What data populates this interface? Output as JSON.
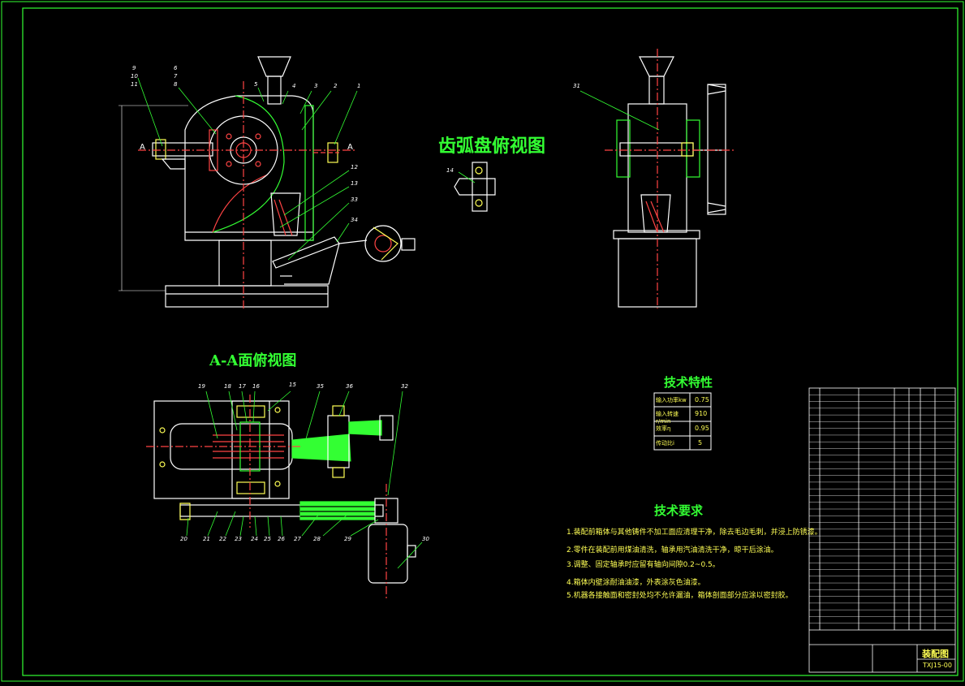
{
  "views": {
    "gear_top_view_title": "齿弧盘俯视图",
    "section_view_title": "A-A面俯视图",
    "section_mark": "A"
  },
  "characteristics": {
    "title": "技术特性",
    "rows": [
      {
        "label": "输入功率kw",
        "value": "0.75"
      },
      {
        "label": "输入转速r/min",
        "value": "910"
      },
      {
        "label": "效率η",
        "value": "0.95"
      },
      {
        "label": "传动比i",
        "value": "5"
      }
    ]
  },
  "requirements": {
    "title": "技术要求",
    "items": [
      "1.装配前箱体与其他铸件不加工面应清理干净，除去毛边毛刺，并浸上防锈漆。",
      "2.零件在装配前用煤油清洗，轴承用汽油清洗干净，晾干后涂油。",
      "3.调整、固定轴承时应留有轴向间隙0.2~0.5。",
      "4.箱体内壁涂耐油油漆，外表涂灰色油漆。",
      "5.机器各接触面和密封处均不允许漏油，箱体剖面部分应涂以密封胶。"
    ]
  },
  "title_block": {
    "drawing_name": "装配图",
    "drawing_code": "TXJ15-00"
  },
  "part_labels": {
    "front": [
      "9",
      "10",
      "11",
      "6",
      "7",
      "8",
      "5",
      "4",
      "3",
      "2",
      "1",
      "12",
      "13",
      "33",
      "34"
    ],
    "side": [
      "31"
    ],
    "gear": [
      "14"
    ],
    "section_top": [
      "19",
      "18",
      "17",
      "16",
      "15",
      "35",
      "36",
      "32"
    ],
    "section_bottom": [
      "20",
      "21",
      "22",
      "23",
      "24",
      "25",
      "26",
      "27",
      "28",
      "29",
      "30"
    ]
  }
}
